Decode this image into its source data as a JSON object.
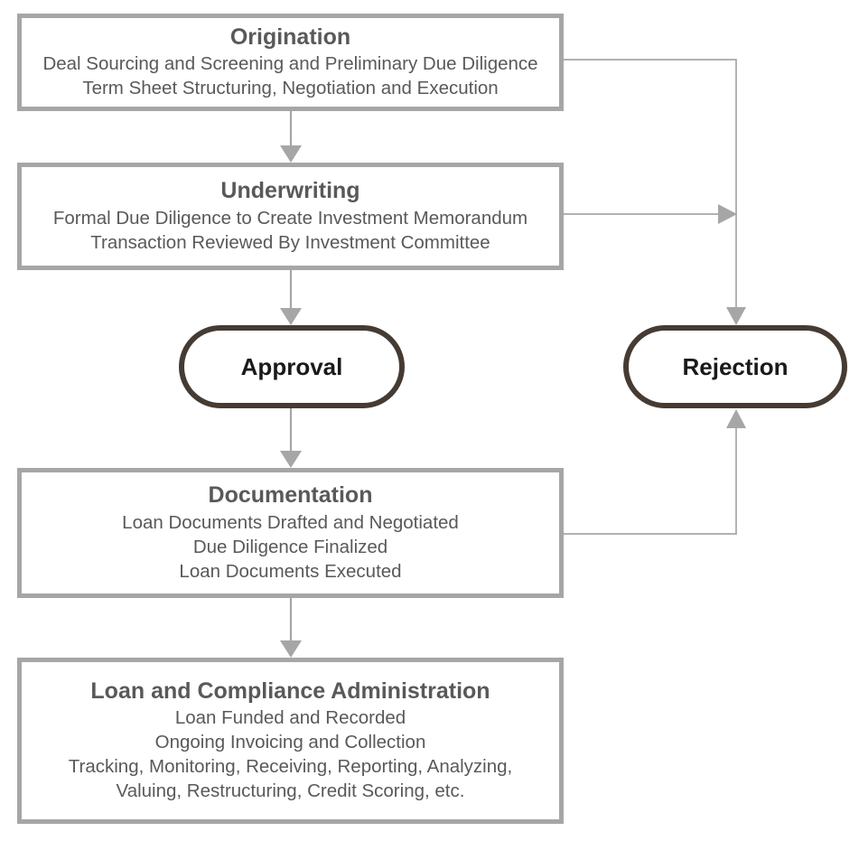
{
  "diagram": {
    "type": "flowchart",
    "orientation": "top-to-bottom",
    "colors": {
      "process_border": "#A6A6A6",
      "terminator_border": "#453B33",
      "connector": "#A6A6A6",
      "process_text": "#595959",
      "terminator_text": "#1A1A1A",
      "background": "#FFFFFF"
    },
    "nodes": [
      {
        "id": "origination",
        "shape": "rectangle",
        "title": "Origination",
        "lines": [
          "Deal Sourcing and Screening and Preliminary Due Diligence",
          "Term Sheet Structuring, Negotiation and Execution"
        ]
      },
      {
        "id": "underwriting",
        "shape": "rectangle",
        "title": "Underwriting",
        "lines": [
          "Formal Due Diligence to Create Investment Memorandum",
          "Transaction Reviewed By Investment Committee"
        ]
      },
      {
        "id": "approval",
        "shape": "capsule",
        "title": "Approval",
        "lines": []
      },
      {
        "id": "rejection",
        "shape": "capsule",
        "title": "Rejection",
        "lines": []
      },
      {
        "id": "documentation",
        "shape": "rectangle",
        "title": "Documentation",
        "lines": [
          "Loan Documents Drafted and Negotiated",
          "Due Diligence Finalized",
          "Loan Documents Executed"
        ]
      },
      {
        "id": "loan-and-compliance-administration",
        "shape": "rectangle",
        "title": "Loan and Compliance Administration",
        "lines": [
          "Loan Funded and Recorded",
          "Ongoing Invoicing and Collection",
          "Tracking, Monitoring, Receiving, Reporting, Analyzing,",
          "Valuing, Restructuring, Credit Scoring, etc."
        ]
      }
    ],
    "edges": [
      {
        "id": "origination-to-underwriting",
        "from": "origination",
        "to": "underwriting",
        "label": "",
        "style": "straight-down-arrow"
      },
      {
        "id": "underwriting-to-approval",
        "from": "underwriting",
        "to": "approval",
        "label": "",
        "style": "straight-down-arrow"
      },
      {
        "id": "approval-to-documentation",
        "from": "approval",
        "to": "documentation",
        "label": "",
        "style": "straight-down-arrow"
      },
      {
        "id": "documentation-to-loan-admin",
        "from": "documentation",
        "to": "loan-and-compliance-administration",
        "label": "",
        "style": "straight-down-arrow"
      },
      {
        "id": "origination-to-rejection",
        "from": "origination",
        "to": "rejection",
        "label": "",
        "style": "elbow-right-then-down"
      },
      {
        "id": "underwriting-to-rejection",
        "from": "underwriting",
        "to": "rejection",
        "label": "",
        "style": "right-arrow-to-trunk"
      },
      {
        "id": "documentation-to-rejection",
        "from": "documentation",
        "to": "rejection",
        "label": "",
        "style": "elbow-right-then-up-arrow"
      }
    ]
  }
}
